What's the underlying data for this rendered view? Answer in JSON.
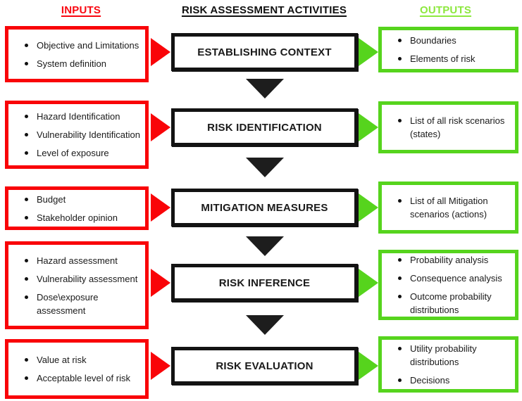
{
  "headers": {
    "inputs": "INPUTS",
    "activities": "RISK ASSESSMENT ACTIVITIES",
    "outputs": "OUTPUTS"
  },
  "colors": {
    "input_accent": "#f90408",
    "activity_accent": "#131313",
    "output_box_accent": "#56d41d",
    "output_header_accent": "#8de83e",
    "background": "#ffffff"
  },
  "icons": {
    "input_arrow": "red-right-arrow-icon",
    "output_arrow": "green-right-arrow-icon",
    "flow_arrow": "black-down-arrow-icon"
  },
  "rows": [
    {
      "activity": "ESTABLISHING CONTEXT",
      "inputs": [
        "Objective and Limitations",
        "System definition"
      ],
      "outputs": [
        "Boundaries",
        "Elements of risk"
      ]
    },
    {
      "activity": "RISK IDENTIFICATION",
      "inputs": [
        "Hazard Identification",
        "Vulnerability Identification",
        "Level of exposure"
      ],
      "outputs": [
        "List of all risk scenarios (states)"
      ]
    },
    {
      "activity": "MITIGATION MEASURES",
      "inputs": [
        "Budget",
        "Stakeholder opinion"
      ],
      "outputs": [
        "List of all Mitigation scenarios (actions)"
      ]
    },
    {
      "activity": "RISK INFERENCE",
      "inputs": [
        "Hazard assessment",
        "Vulnerability assessment",
        "Dose\\exposure assessment"
      ],
      "outputs": [
        "Probability analysis",
        "Consequence analysis",
        "Outcome probability distributions"
      ]
    },
    {
      "activity": "RISK EVALUATION",
      "inputs": [
        "Value at risk",
        "Acceptable level of risk"
      ],
      "outputs": [
        "Utility probability distributions",
        "Decisions"
      ]
    }
  ]
}
